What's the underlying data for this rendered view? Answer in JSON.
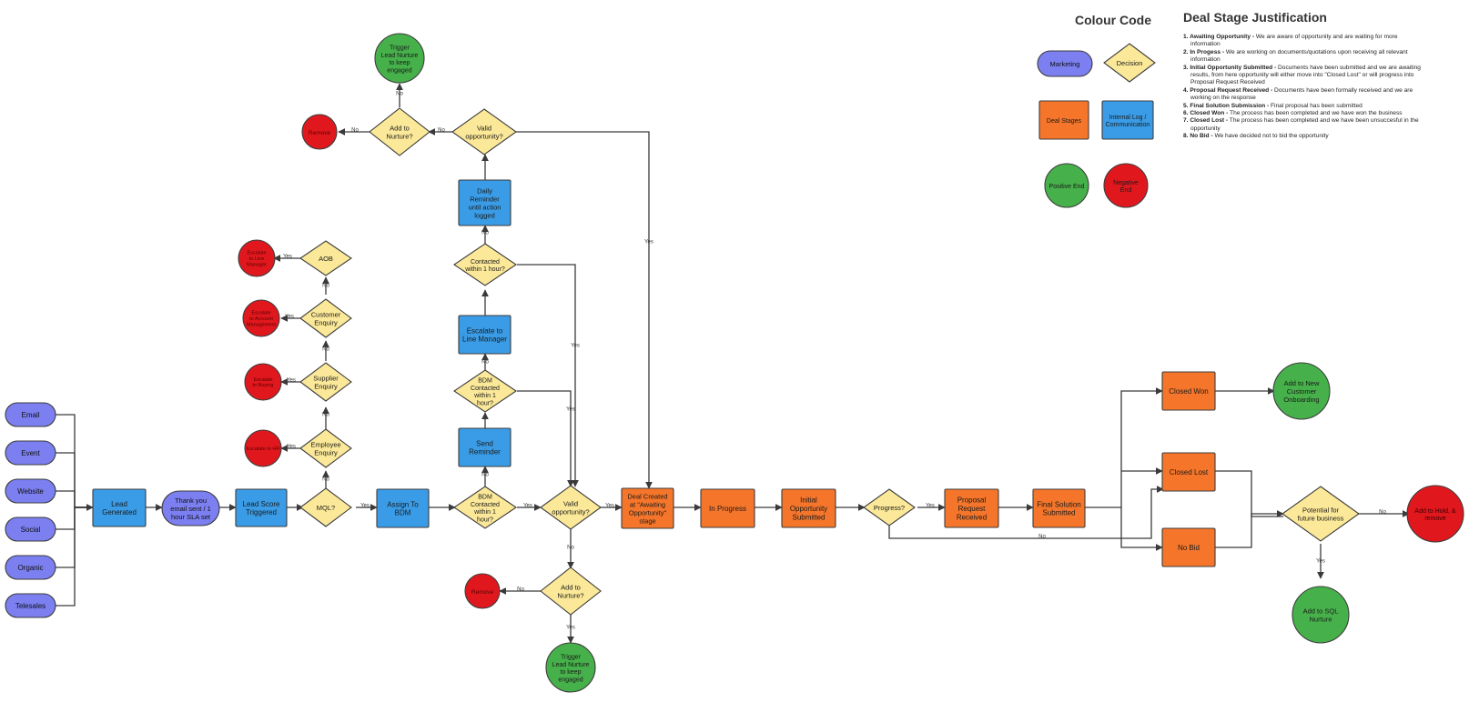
{
  "legend": {
    "title": "Colour Code",
    "marketing": "Marketing",
    "decision": "Decision",
    "deal_stages": "Deal Stages",
    "internal": [
      "Internal Log /",
      "Communication"
    ],
    "positive_end": "Positive End",
    "negative_end": [
      "Negative",
      "End"
    ]
  },
  "justification": {
    "title": "Deal Stage Justification",
    "items": [
      {
        "n": "1.",
        "term": "Awaiting Opportunity -",
        "text": "We are aware of opportunity and are waiting for more information"
      },
      {
        "n": "2.",
        "term": "In Progess -",
        "text": "We are working on documents/quotations upon receiving all relevant information"
      },
      {
        "n": "3.",
        "term": "Initial Opportunity Submitted -",
        "text": "Documents have been submitted and we are awaiting results, from here opportunity will either move into \"Closed Lost\" or will progress into Proposal Request Received"
      },
      {
        "n": "4.",
        "term": "Proposal Request Received -",
        "text": "Documents have been formally received and we are working on the response"
      },
      {
        "n": "5.",
        "term": "Final Solution Submission -",
        "text": "Final proposal has been submitted"
      },
      {
        "n": "6.",
        "term": "Closed Won -",
        "text": "The process has been completed and we have won the business"
      },
      {
        "n": "7.",
        "term": "Closed Lost -",
        "text": "The process has been completed and we have been unsuccesful in the opportunity"
      },
      {
        "n": "8.",
        "term": "No Bid -",
        "text": "We have decided not to bid the opportunity"
      }
    ]
  },
  "flow": {
    "sources": [
      "Email",
      "Event",
      "Website",
      "Social",
      "Organic",
      "Telesales"
    ],
    "lead_generated": [
      "Lead",
      "Generated"
    ],
    "thank_you": [
      "Thank you",
      "email sent / 1",
      "hour SLA set"
    ],
    "lead_score": [
      "Lead Score",
      "Triggered"
    ],
    "mql": [
      "MQL?"
    ],
    "assign_bdm": [
      "Assign To",
      "BDM"
    ],
    "bdm_contacted_1": [
      "BDM",
      "Contacted",
      "within 1",
      "hour?"
    ],
    "send_reminder": [
      "Send",
      "Reminder"
    ],
    "bdm_contacted_2": [
      "BDM",
      "Contacted",
      "within 1",
      "hour?"
    ],
    "escalate": [
      "Escalate to",
      "Line Manager"
    ],
    "contacted_1hr": [
      "Contacted",
      "within 1 hour?"
    ],
    "daily_reminder": [
      "Daily",
      "Reminder",
      "until action",
      "logged"
    ],
    "valid_top": [
      "Valid",
      "opportunity?"
    ],
    "nurture_top": [
      "Add to",
      "Nurture?"
    ],
    "trigger_top": [
      "Trigger",
      "Lead Nurture",
      "to keep",
      "engaged"
    ],
    "end_top": [
      "Remove"
    ],
    "employee": [
      "Employee",
      "Enquiry"
    ],
    "supplier": [
      "Supplier",
      "Enquiry"
    ],
    "customer": [
      "Customer",
      "Enquiry"
    ],
    "aob": [
      "AOB"
    ],
    "end_employee": [
      "Escalate to HR"
    ],
    "end_supplier": [
      "Escalate",
      "to Buying"
    ],
    "end_customer": [
      "Escalate",
      "to Account",
      "Management"
    ],
    "end_aob": [
      "Escalate",
      "to Line",
      "Manager"
    ],
    "valid_mid": [
      "Valid",
      "opportunity?"
    ],
    "nurture_bottom": [
      "Add to",
      "Nurture?"
    ],
    "end_bottom": [
      "Remove"
    ],
    "trigger_bottom": [
      "Trigger",
      "Lead Nurture",
      "to keep",
      "engaged"
    ],
    "deal_created": [
      "Deal Created",
      "at \"Awaiting",
      "Opportunity\"",
      "stage"
    ],
    "in_progress": [
      "In Progress"
    ],
    "initial_submitted": [
      "Initial",
      "Opportunity",
      "Submitted"
    ],
    "progress_q": [
      "Progress?"
    ],
    "proposal_received": [
      "Proposal",
      "Request",
      "Received"
    ],
    "final_solution": [
      "Final Solution",
      "Submitted"
    ],
    "closed_won": [
      "Closed Won"
    ],
    "closed_lost": [
      "Closed Lost"
    ],
    "no_bid": [
      "No Bid"
    ],
    "new_customer": [
      "Add to New",
      "Customer",
      "Onboarding"
    ],
    "potential": [
      "Potential for",
      "future business"
    ],
    "end_final": [
      "Add to Hold, &",
      "remove"
    ],
    "sql_nurture": [
      "Add to SQL",
      "Nurture"
    ]
  },
  "edge_labels": {
    "yes": "Yes",
    "no": "No"
  },
  "colors": {
    "marketing": "#7b7ff0",
    "decision": "#fbe898",
    "deal_stage": "#f5762a",
    "internal": "#3a9ce6",
    "positive": "#46b04a",
    "negative": "#e0181e",
    "line": "#3a3a3a"
  }
}
